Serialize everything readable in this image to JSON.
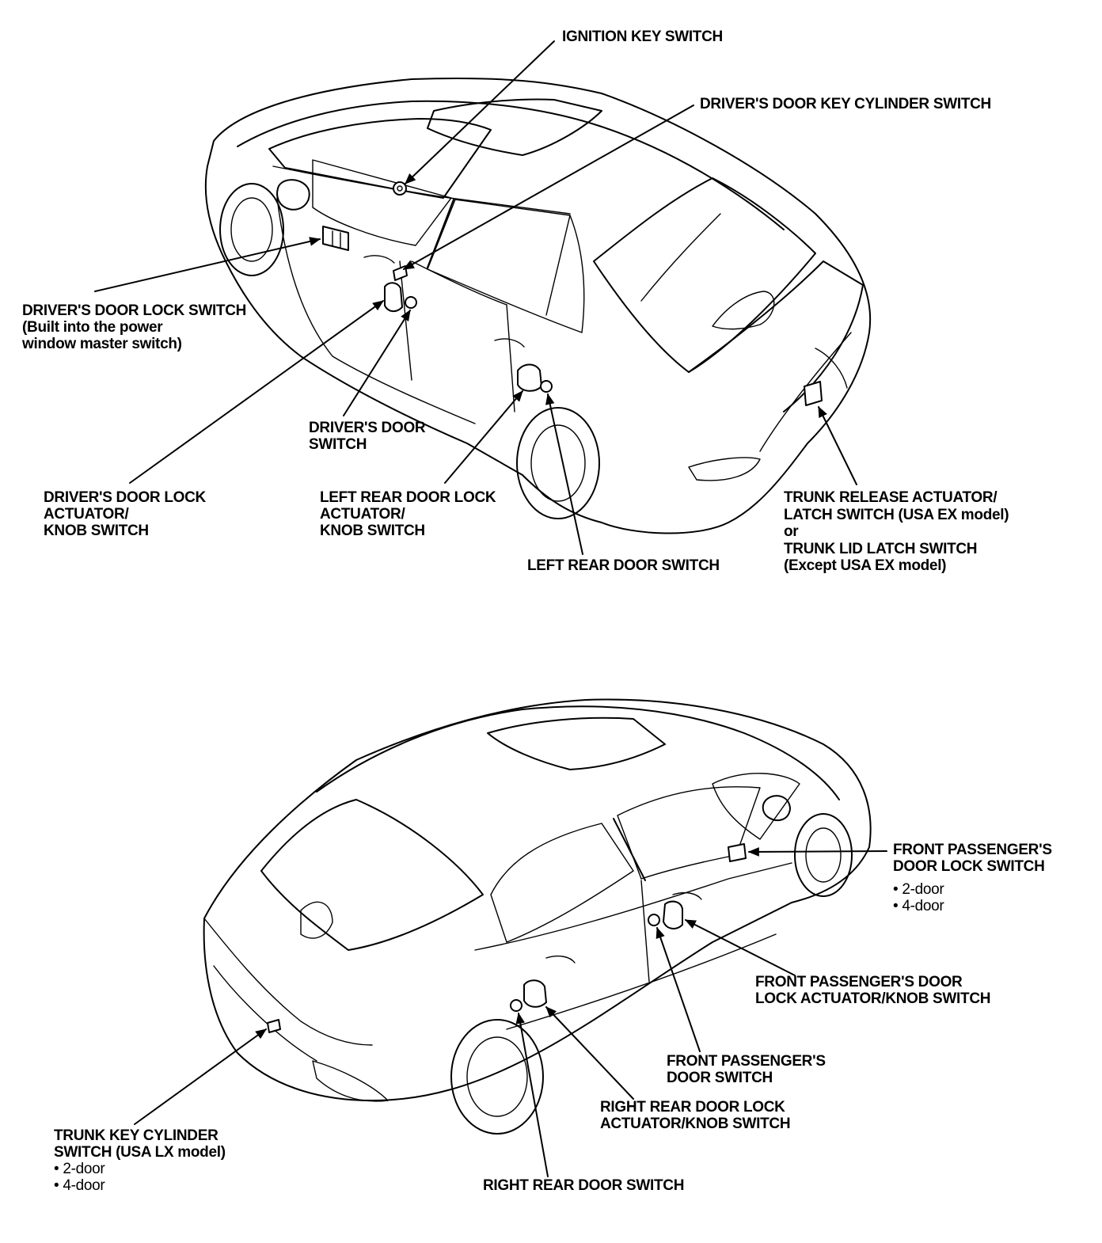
{
  "diagram": {
    "top_view": {
      "callouts": {
        "ignition_key_switch": [
          "IGNITION KEY SWITCH"
        ],
        "drivers_door_key_cylinder_switch": [
          "DRIVER'S DOOR KEY CYLINDER SWITCH"
        ],
        "drivers_door_lock_switch": [
          "DRIVER'S DOOR LOCK SWITCH",
          "(Built into the power",
          "window master switch)"
        ],
        "drivers_door_switch": [
          "DRIVER'S DOOR",
          "SWITCH"
        ],
        "drivers_door_lock_actuator": [
          "DRIVER'S DOOR LOCK",
          "ACTUATOR/",
          "KNOB SWITCH"
        ],
        "left_rear_door_lock_actuator": [
          "LEFT REAR DOOR LOCK",
          "ACTUATOR/",
          "KNOB SWITCH"
        ],
        "left_rear_door_switch": [
          "LEFT REAR DOOR SWITCH"
        ],
        "trunk_release_actuator": [
          "TRUNK RELEASE ACTUATOR/",
          "LATCH SWITCH (USA EX model)",
          "or",
          "TRUNK LID LATCH SWITCH",
          "(Except USA EX model)"
        ]
      }
    },
    "bottom_view": {
      "callouts": {
        "front_passengers_door_lock_switch": {
          "lines": [
            "FRONT PASSENGER'S",
            "DOOR LOCK SWITCH"
          ],
          "variants": [
            "• 2-door",
            "• 4-door"
          ]
        },
        "front_passengers_door_lock_actuator": [
          "FRONT PASSENGER'S DOOR",
          "LOCK ACTUATOR/KNOB SWITCH"
        ],
        "front_passengers_door_switch": [
          "FRONT PASSENGER'S",
          "DOOR SWITCH"
        ],
        "right_rear_door_lock_actuator": [
          "RIGHT REAR DOOR LOCK",
          "ACTUATOR/KNOB SWITCH"
        ],
        "right_rear_door_switch": [
          "RIGHT REAR DOOR SWITCH"
        ],
        "trunk_key_cylinder_switch": {
          "lines": [
            "TRUNK KEY CYLINDER",
            "SWITCH (USA LX model)"
          ],
          "variants": [
            "• 2-door",
            "• 4-door"
          ]
        }
      }
    }
  }
}
